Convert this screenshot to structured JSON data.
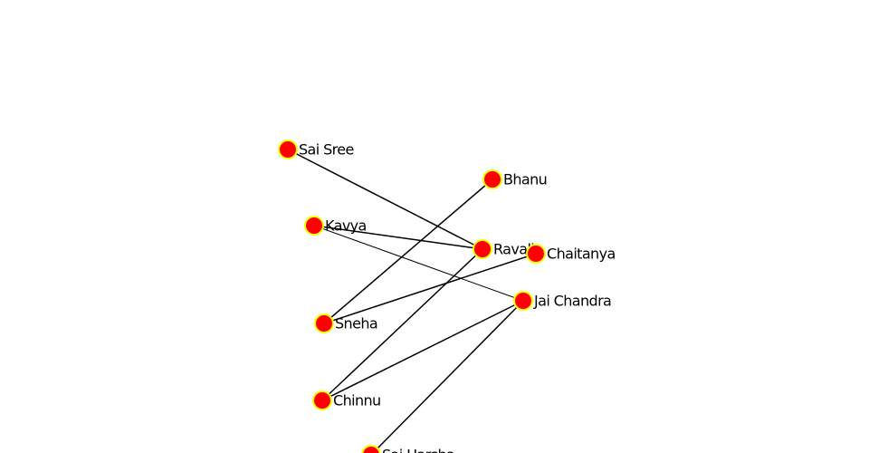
{
  "graph": {
    "node_fill": "#ff0000",
    "node_stroke": "#ffff00",
    "edge_color": "#000000",
    "nodes": [
      {
        "id": "sai-sree",
        "label": "Sai Sree"
      },
      {
        "id": "bhanu",
        "label": "Bhanu"
      },
      {
        "id": "kavya",
        "label": "Kavya"
      },
      {
        "id": "ravali",
        "label": "Ravali"
      },
      {
        "id": "chaitanya",
        "label": "Chaitanya"
      },
      {
        "id": "jai-chandra",
        "label": "Jai Chandra"
      },
      {
        "id": "sneha",
        "label": "Sneha"
      },
      {
        "id": "chinnu",
        "label": "Chinnu"
      },
      {
        "id": "sai-harsha",
        "label": "Sai Harsha"
      }
    ],
    "edges": [
      {
        "source": "sai-sree",
        "target": "ravali"
      },
      {
        "source": "kavya",
        "target": "ravali"
      },
      {
        "source": "kavya",
        "target": "jai-chandra"
      },
      {
        "source": "bhanu",
        "target": "sneha"
      },
      {
        "source": "sneha",
        "target": "chaitanya"
      },
      {
        "source": "ravali",
        "target": "chinnu"
      },
      {
        "source": "chinnu",
        "target": "jai-chandra"
      },
      {
        "source": "jai-chandra",
        "target": "sai-harsha"
      }
    ]
  }
}
